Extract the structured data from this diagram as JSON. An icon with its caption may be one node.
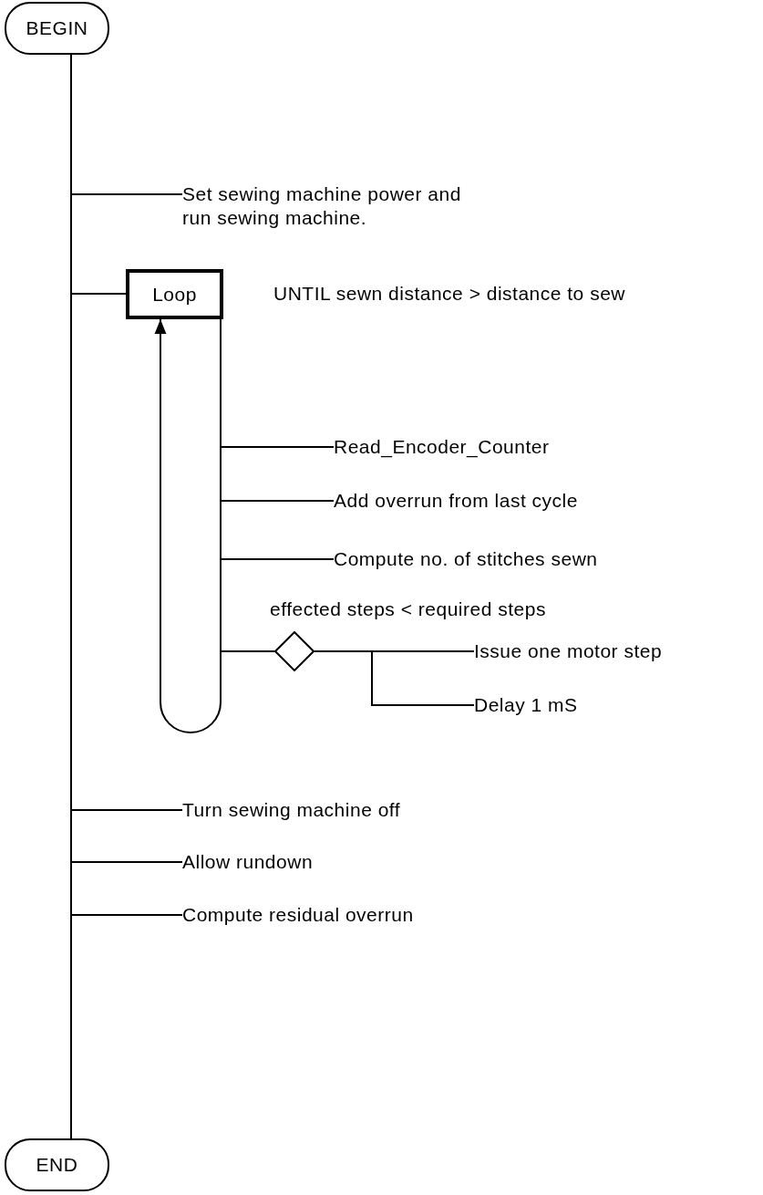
{
  "diagram": {
    "nodes": [
      {
        "text": [
          "BEGIN"
        ]
      },
      {
        "text": [
          "Set sewing machine power and run sewing machine."
        ]
      },
      {
        "text": [
          "Loop"
        ],
        "beside": [
          "UNTIL sewn distance > distance to sew"
        ]
      },
      {
        "text": [
          "Read_Encoder_Counter"
        ]
      },
      {
        "text": [
          "Add overrun from last cycle"
        ]
      },
      {
        "text": [
          "Compute no. of stitches sewn"
        ]
      },
      {
        "text": [],
        "shape": "diamond",
        "beside": [
          "effected steps < required steps"
        ]
      },
      {
        "text": [
          "Issue one motor step"
        ]
      },
      {
        "text": [
          "Delay 1 mS"
        ]
      },
      {
        "text": [
          "Turn sewing machine off"
        ]
      },
      {
        "text": [
          "Allow rundown"
        ]
      },
      {
        "text": [
          "Compute residual overrun"
        ]
      },
      {
        "text": [
          "END"
        ]
      }
    ],
    "edges": [
      {
        "from": 0,
        "to": 1,
        "arrow": "none"
      },
      {
        "from": 0,
        "to": 2,
        "arrow": "none"
      },
      {
        "from": 2,
        "to": 2,
        "arrow": "to"
      },
      {
        "from": 2,
        "to": 3,
        "arrow": "none"
      },
      {
        "from": 2,
        "to": 4,
        "arrow": "none"
      },
      {
        "from": 2,
        "to": 5,
        "arrow": "none"
      },
      {
        "from": 2,
        "to": 6,
        "arrow": "none"
      },
      {
        "from": 6,
        "to": 7,
        "arrow": "none"
      },
      {
        "from": 6,
        "to": 8,
        "arrow": "none"
      },
      {
        "from": 0,
        "to": 9,
        "arrow": "none"
      },
      {
        "from": 0,
        "to": 10,
        "arrow": "none"
      },
      {
        "from": 0,
        "to": 11,
        "arrow": "none"
      },
      {
        "from": 0,
        "to": 12,
        "arrow": "none"
      }
    ]
  }
}
